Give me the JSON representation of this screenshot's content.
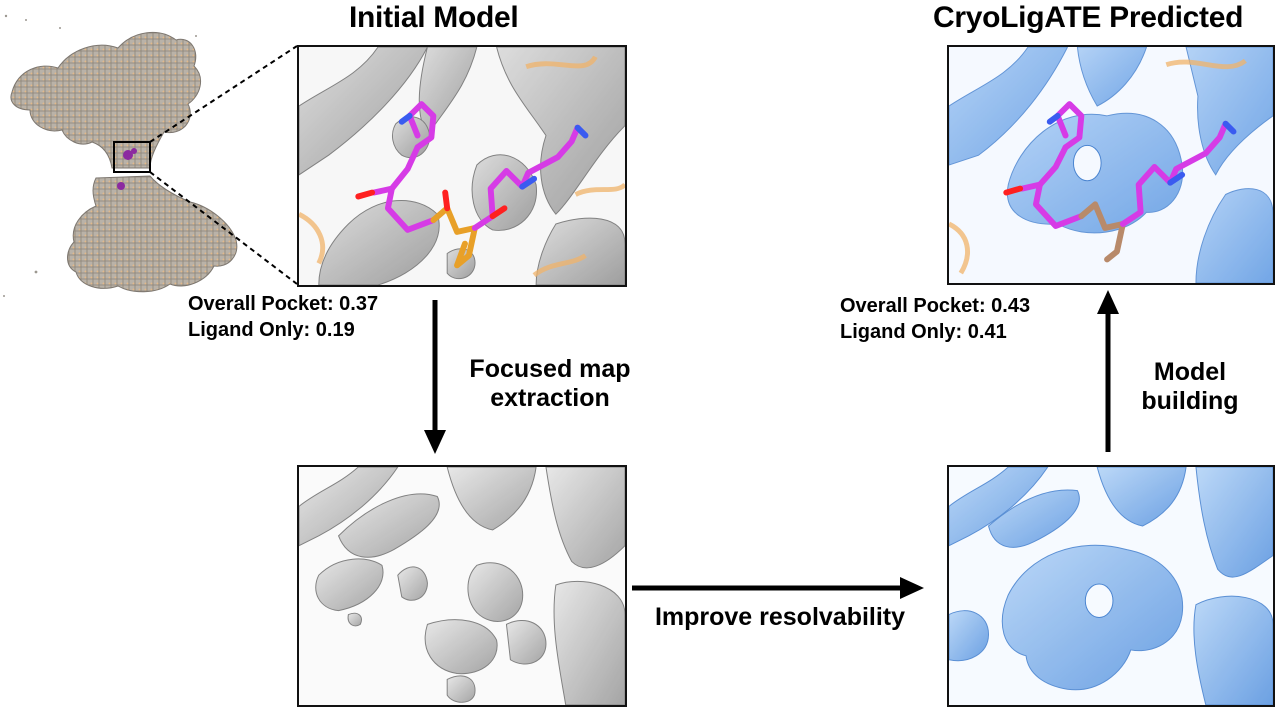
{
  "titles": {
    "initial": "Initial Model",
    "predicted": "CryoLigATE Predicted"
  },
  "scores": {
    "initial": {
      "pocket": "Overall Pocket: 0.37",
      "ligand": "Ligand Only: 0.19"
    },
    "predicted": {
      "pocket": "Overall Pocket: 0.43",
      "ligand": "Ligand Only: 0.41"
    }
  },
  "steps": {
    "focused_line1": "Focused map",
    "focused_line2": "extraction",
    "improve": "Improve resolvability",
    "model_line1": "Model",
    "model_line2": "building"
  },
  "colors": {
    "gray_density": "#9a9a9a",
    "blue_density": "#6fa8e8",
    "ligand": "#d63be6",
    "protein_cartoon": "#f0b36a",
    "arrow": "#000000"
  }
}
